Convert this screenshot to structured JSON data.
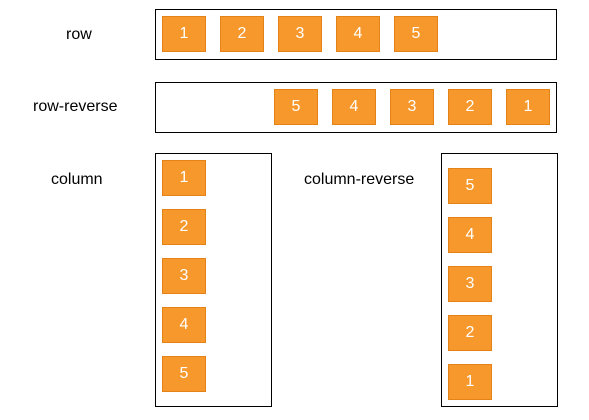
{
  "examples": {
    "row": {
      "label": "row",
      "items": [
        "1",
        "2",
        "3",
        "4",
        "5"
      ]
    },
    "row_reverse": {
      "label": "row-reverse",
      "items": [
        "1",
        "2",
        "3",
        "4",
        "5"
      ]
    },
    "column": {
      "label": "column",
      "items": [
        "1",
        "2",
        "3",
        "4",
        "5"
      ]
    },
    "column_reverse": {
      "label": "column-reverse",
      "items": [
        "1",
        "2",
        "3",
        "4",
        "5"
      ]
    }
  },
  "colors": {
    "box_fill": "#f7982d",
    "box_border": "#e48117",
    "box_text": "#ffffff",
    "frame_border": "#000000"
  }
}
